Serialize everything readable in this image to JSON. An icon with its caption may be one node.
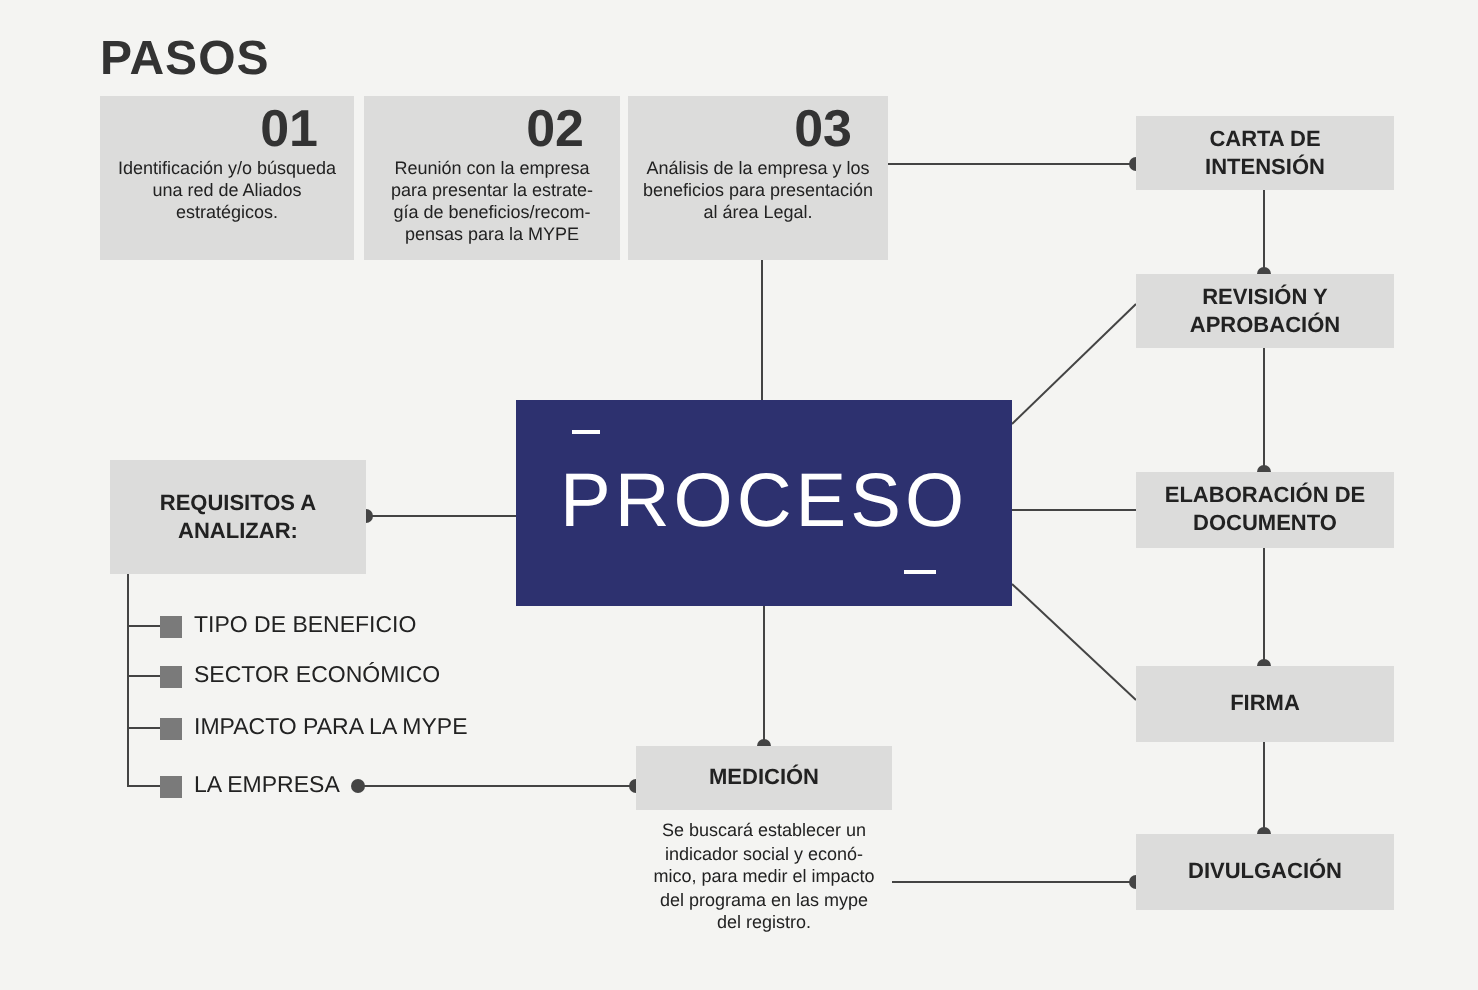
{
  "diagram": {
    "title": "PASOS",
    "nodes": [
      {
        "text": [
          "01",
          "Identificación y/o búsqueda una red de Aliados estratégicos."
        ]
      },
      {
        "text": [
          "02",
          "Reunión con la empresa para presentar la estrate- gía de beneficios/recom- pensas para la MYPE"
        ]
      },
      {
        "text": [
          "03",
          "Análisis de la empresa y los beneficios para presentación al área Legal."
        ]
      },
      {
        "text": [
          "PROCESO"
        ]
      },
      {
        "text": [
          "CARTA DE INTENSIÓN"
        ]
      },
      {
        "text": [
          "REVISIÓN Y APROBACIÓN"
        ]
      },
      {
        "text": [
          "ELABORACIÓN DE DOCUMENTO"
        ]
      },
      {
        "text": [
          "FIRMA"
        ]
      },
      {
        "text": [
          "DIVULGACIÓN"
        ]
      },
      {
        "text": [
          "REQUISITOS A ANALIZAR:"
        ]
      },
      {
        "text": [
          "TIPO DE BENEFICIO"
        ]
      },
      {
        "text": [
          "SECTOR ECONÓMICO"
        ]
      },
      {
        "text": [
          "IMPACTO PARA LA MYPE"
        ]
      },
      {
        "text": [
          "LA EMPRESA"
        ]
      },
      {
        "text": [
          "MEDICIÓN",
          "Se buscará establecer un indicador social y econó- mico, para medir el impacto del programa en las mype del registro."
        ]
      }
    ],
    "edges": [
      {
        "from": 2,
        "to": 4,
        "arrow": "other"
      },
      {
        "from": 2,
        "to": 3,
        "arrow": "none"
      },
      {
        "from": 4,
        "to": 5,
        "arrow": "other"
      },
      {
        "from": 5,
        "to": 6,
        "arrow": "other"
      },
      {
        "from": 6,
        "to": 7,
        "arrow": "other"
      },
      {
        "from": 7,
        "to": 8,
        "arrow": "other"
      },
      {
        "from": 3,
        "to": 5,
        "arrow": "none"
      },
      {
        "from": 3,
        "to": 6,
        "arrow": "none"
      },
      {
        "from": 3,
        "to": 7,
        "arrow": "none"
      },
      {
        "from": 3,
        "to": 9,
        "arrow": "other"
      },
      {
        "from": 3,
        "to": 14,
        "arrow": "other"
      },
      {
        "from": 13,
        "to": 14,
        "arrow": "other"
      },
      {
        "from": 14,
        "to": 8,
        "arrow": "other"
      },
      {
        "from": 9,
        "to": 10,
        "arrow": "none"
      },
      {
        "from": 9,
        "to": 11,
        "arrow": "none"
      },
      {
        "from": 9,
        "to": 12,
        "arrow": "none"
      },
      {
        "from": 9,
        "to": 13,
        "arrow": "none"
      }
    ]
  }
}
